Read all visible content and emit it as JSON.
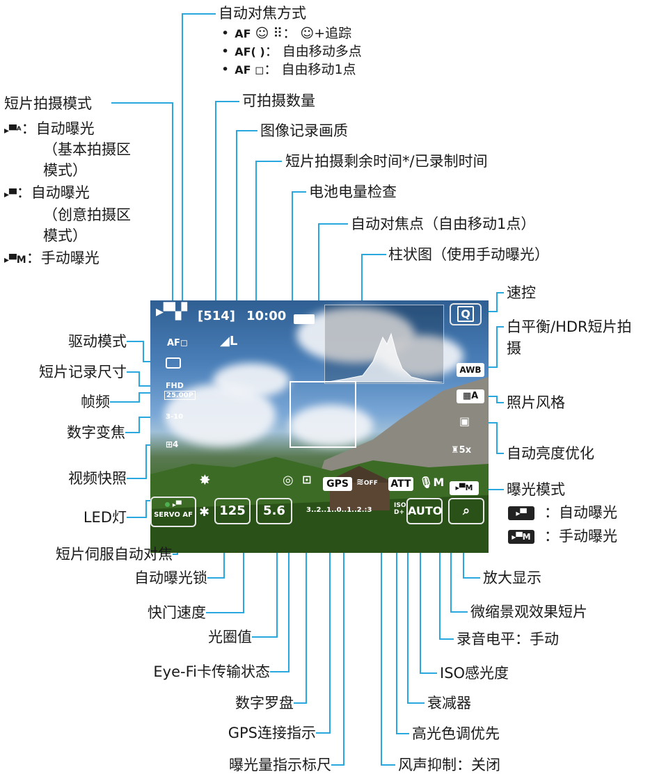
{
  "labels": {
    "af_method": "自动对焦方式",
    "af_opt1_prefix": "AF",
    "af_opt1_text": "+追踪",
    "af_opt2_prefix": "AF( )",
    "af_opt2_text": "自由移动多点",
    "af_opt3_prefix": "AF ◻",
    "af_opt3_text": "自由移动1点",
    "shots": "可拍摄数量",
    "quality": "图像记录画质",
    "rec_time": "短片拍摄剩余时间*/已录制时间",
    "battery": "电池电量检查",
    "af_point": "自动对焦点（自由移动1点）",
    "histogram": "柱状图（使用手动曝光）",
    "quick_control": "速控",
    "wb_line1": "白平衡/HDR短片拍",
    "wb_line2": "摄",
    "picture_style": "照片风格",
    "alo": "自动亮度优化",
    "exposure_mode": "曝光模式",
    "exp_auto": "：自动曝光",
    "exp_manual": "：手动曝光",
    "magnify": "放大显示",
    "miniature": "微缩景观效果短片",
    "rec_level": "录音电平：手动",
    "iso": "ISO感光度",
    "attenuator": "衰减器",
    "hto": "高光色调优先",
    "wind": "风声抑制：关闭",
    "exposure_scale": "曝光量指示标尺",
    "gps": "GPS连接指示",
    "compass": "数字罗盘",
    "eyefi": "Eye-Fi卡传输状态",
    "aperture": "光圈值",
    "shutter": "快门速度",
    "ae_lock": "自动曝光锁",
    "servo": "短片伺服自动对焦",
    "led": "LED灯",
    "snapshot": "视频快照",
    "dzoom": "数字变焦",
    "frame_rate": "帧频",
    "rec_size": "短片记录尺寸",
    "drive": "驱动模式",
    "movie_mode": "短片拍摄模式",
    "mode_auto": "：自动曝光",
    "mode_basic1": "（基本拍摄区",
    "mode_basic2": "模式）",
    "mode_creative1": "（创意拍摄区",
    "mode_creative2": "模式）",
    "mode_manual": "：手动曝光"
  },
  "screen": {
    "shots": "[514]",
    "time": "10:00",
    "q": "Q",
    "awb": "AWB",
    "style": "A",
    "shutter": "125",
    "aperture": "5.6",
    "scale": "3..2..1..0..1..2.:3",
    "iso": "AUTO",
    "gps": "GPS",
    "att": "ATT",
    "servo_line1": "SERVO AF",
    "fhd": "FHD",
    "fps": "25.00P",
    "af_mark": "AF◻",
    "quality": "L",
    "mic": "M",
    "wind_off": "OFF",
    "dzoom": "3-10",
    "mini": "5x"
  },
  "colors": {
    "leader": "#29a8e0",
    "text": "#1a1a1a"
  }
}
